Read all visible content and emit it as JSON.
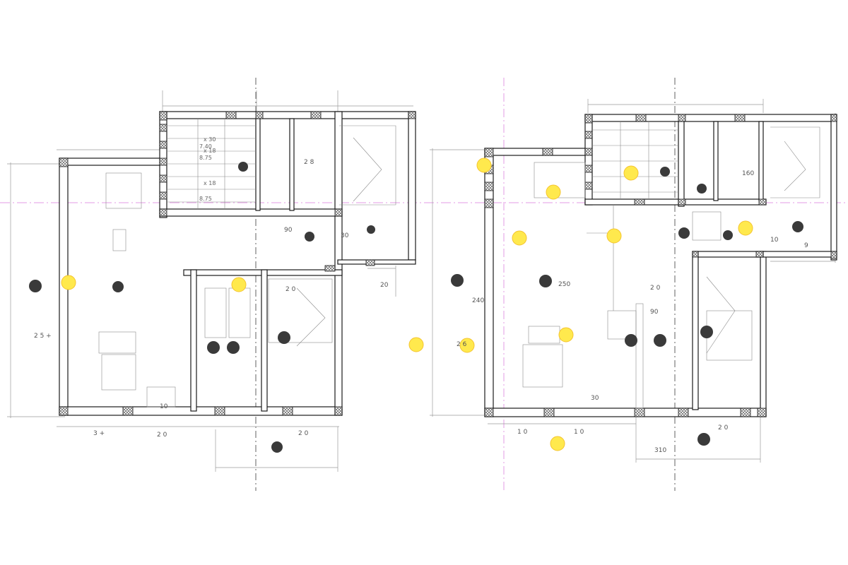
{
  "colors": {
    "wall": "#1a1a1a",
    "wall_fill": "#ffffff",
    "hatch": "#6e6e6e",
    "dim_line": "#9a9a9a",
    "thin_line": "#bdbdbd",
    "axis_line": "#e39be6",
    "grid_dash": "#3a3a3a",
    "marker": "#ffe94d",
    "marker_ring": "#f4c430",
    "symbol": "#3a3a3a"
  },
  "labels": {
    "left_stair_1": "x 30",
    "left_stair_2": "7.40",
    "left_stair_3": "x 18",
    "left_stair_4": "8.75",
    "left_stair_5": "x 18",
    "left_stair_6": "8.75",
    "left_dim_90": "90",
    "left_dim_30": "30",
    "left_dim_10": "10",
    "left_dim_20": "20",
    "left_dim_280": "2 8",
    "left_dim_top": "2 0",
    "left_dim_bot_1": "3 +",
    "left_dim_bot_2": "2 0",
    "left_dim_bot_3": "2 0",
    "left_dim_side": "2 5 +",
    "right_dim_250": "250",
    "right_dim_240": "240",
    "right_dim_90": "90",
    "right_dim_10": "10",
    "right_dim_20": "2 0",
    "right_dim_bot_1": "1 0",
    "right_dim_bot_2": "1 0",
    "right_dim_bot_3": "2 0",
    "right_dim_side": "2 6",
    "right_dim_30": "30",
    "right_dim_160": "160",
    "right_dim_9": "9",
    "right_dim_310": "310"
  },
  "markers": {
    "left_count": 2,
    "right_count": 10
  }
}
